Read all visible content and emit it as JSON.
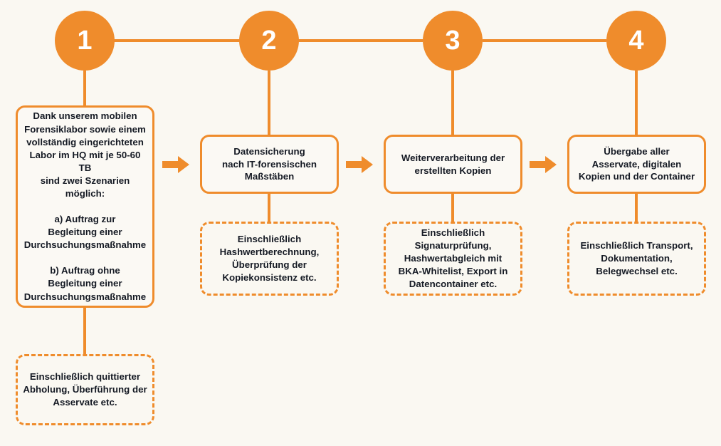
{
  "theme": {
    "background": "#faf8f2",
    "accent": "#ef8c2c",
    "box_fill": "#fbf9f4",
    "text": "#151a24",
    "circle_text": "#ffffff"
  },
  "diagram": {
    "type": "process-flow",
    "language": "de",
    "steps": [
      {
        "number": "1",
        "main": "Dank unserem mobilen\nForensiklabor sowie einem\nvollständig eingerichteten\nLabor im HQ mit je 50-60 TB\nsind zwei Szenarien\nmöglich:\n\na) Auftrag zur\nBegleitung einer\nDurchsuchungsmaßnahme\n\nb) Auftrag ohne\nBegleitung einer\nDurchsuchungsmaßnahme",
        "detail": "Einschließlich quittierter\nAbholung, Überführung der\nAsservate etc."
      },
      {
        "number": "2",
        "main": "Datensicherung\nnach IT-forensischen\nMaßstäben",
        "detail": "Einschließlich\nHashwertberechnung,\nÜberprüfung der\nKopiekonsistenz etc."
      },
      {
        "number": "3",
        "main": "Weiterverarbeitung der\nerstellten Kopien",
        "detail": "Einschließlich\nSignaturprüfung,\nHashwertabgleich mit\nBKA-Whitelist, Export in\nDatencontainer etc."
      },
      {
        "number": "4",
        "main": "Übergabe aller\nAsservate, digitalen\nKopien und der Container",
        "detail": "Einschließlich Transport,\nDokumentation,\nBelegwechsel etc."
      }
    ],
    "arrows": [
      {
        "name": "arrow-step1-to-step2"
      },
      {
        "name": "arrow-step2-to-step3"
      },
      {
        "name": "arrow-step3-to-step4"
      }
    ]
  }
}
